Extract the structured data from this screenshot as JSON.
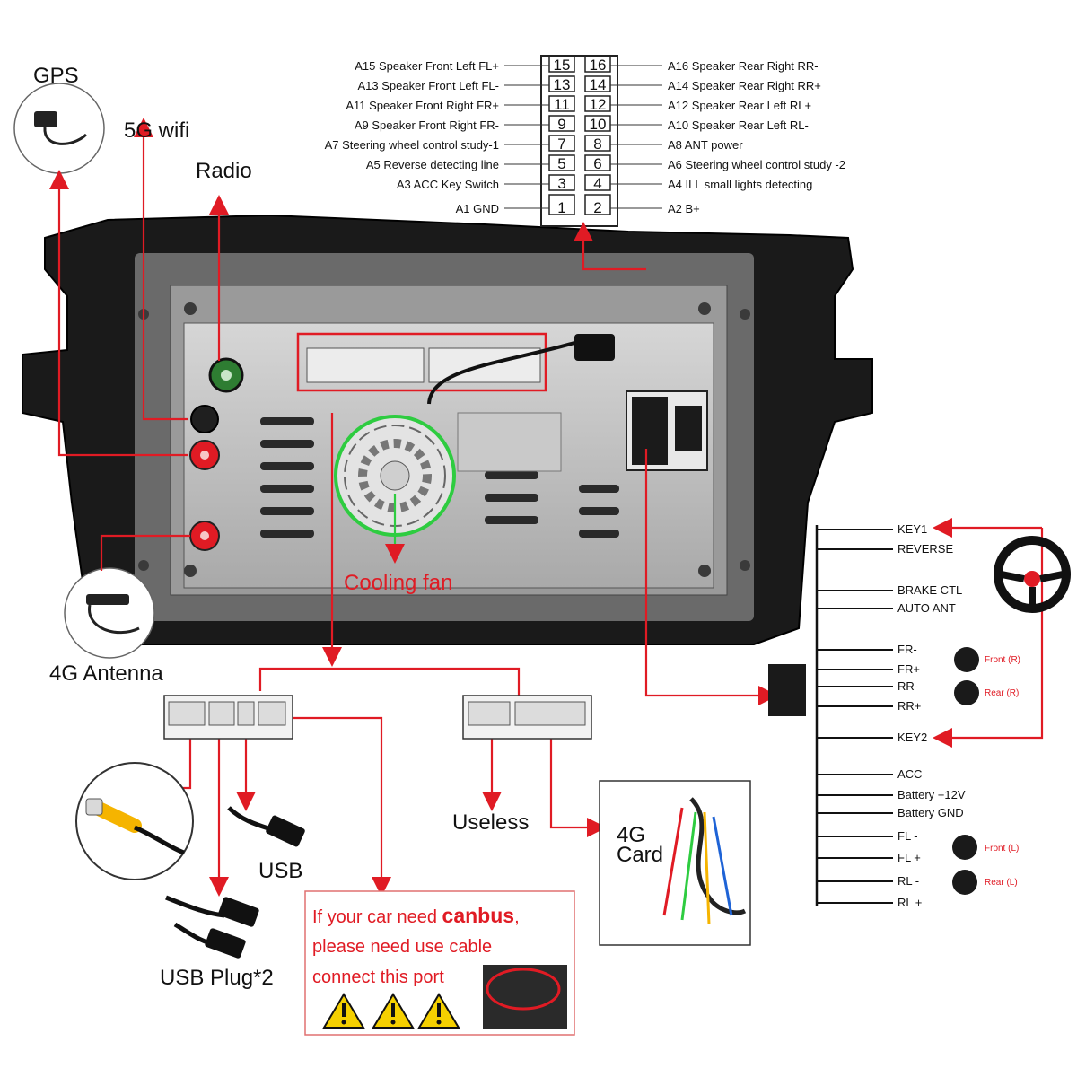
{
  "connector": {
    "left_pins": [
      {
        "num": "15",
        "label": "A15  Speaker Front Left FL+"
      },
      {
        "num": "13",
        "label": "A13  Speaker Front Left FL-"
      },
      {
        "num": "11",
        "label": "A11  Speaker Front Right FR+"
      },
      {
        "num": "9",
        "label": "A9    Speaker Front Right FR-"
      },
      {
        "num": "7",
        "label": "A7    Steering wheel control study-1"
      },
      {
        "num": "5",
        "label": "A5    Reverse detecting line"
      },
      {
        "num": "3",
        "label": "A3 ACC Key Switch"
      },
      {
        "num": "1",
        "label": "A1 GND"
      }
    ],
    "right_pins": [
      {
        "num": "16",
        "label": "A16 Speaker Rear Right RR-"
      },
      {
        "num": "14",
        "label": "A14 Speaker Rear Right RR+"
      },
      {
        "num": "12",
        "label": "A12 Speaker Rear Left RL+"
      },
      {
        "num": "10",
        "label": "A10 Speaker Rear Left RL-"
      },
      {
        "num": "8",
        "label": "A8    ANT power"
      },
      {
        "num": "6",
        "label": "A6    Steering wheel control study -2"
      },
      {
        "num": "4",
        "label": "A4    ILL small lights detecting"
      },
      {
        "num": "2",
        "label": "A2    B+"
      }
    ]
  },
  "labels": {
    "gps": "GPS",
    "wifi": "5G wifi",
    "radio": "Radio",
    "antenna_4g": "4G Antenna",
    "cooling_fan": "Cooling fan",
    "usb": "USB",
    "usb_plug": "USB Plug*2",
    "useless": "Useless",
    "card_4g_line1": "4G",
    "card_4g_line2": "Card"
  },
  "canbus_note": {
    "line1_pre": "If your car need ",
    "line1_bold": "canbus",
    "line1_post": ",",
    "line2": "please need use cable",
    "line3": "connect this port"
  },
  "harness": {
    "top": [
      "KEY1",
      "REVERSE",
      "BRAKE CTL",
      "AUTO ANT"
    ],
    "front_speakers": [
      "FR-",
      "FR+",
      "RR-",
      "RR+"
    ],
    "key2": "KEY2",
    "power": [
      "ACC",
      "Battery +12V",
      "Battery GND"
    ],
    "rear_speakers": [
      "FL -",
      "FL +",
      "RL -",
      "RL +"
    ],
    "speaker_tags": [
      "Front (R)",
      "Rear (R)",
      "Front (L)",
      "Rear (L)"
    ]
  },
  "colors": {
    "accent_red": "#e01b24",
    "fan_green": "#2ecc40",
    "frame_black": "#1a1a1a",
    "panel_gray": "#bdbdbd"
  }
}
